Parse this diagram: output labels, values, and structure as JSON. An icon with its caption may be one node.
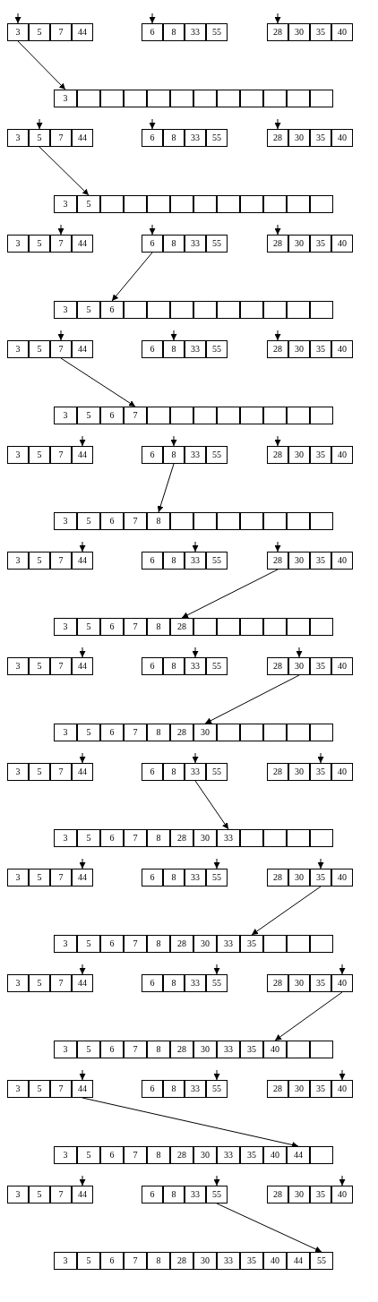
{
  "diagram": {
    "nodes": [
      {
        "text": [
          "3"
        ]
      },
      {
        "text": [
          "5"
        ]
      },
      {
        "text": [
          "7"
        ]
      },
      {
        "text": [
          "44"
        ]
      },
      {
        "text": [
          "6"
        ]
      },
      {
        "text": [
          "8"
        ]
      },
      {
        "text": [
          "33"
        ]
      },
      {
        "text": [
          "55"
        ]
      },
      {
        "text": [
          "28"
        ]
      },
      {
        "text": [
          "30"
        ]
      },
      {
        "text": [
          "35"
        ]
      },
      {
        "text": [
          "40"
        ]
      },
      {
        "text": [
          "3"
        ]
      },
      {
        "text": [],
        "shape": "box"
      },
      {
        "text": [],
        "shape": "box"
      },
      {
        "text": [],
        "shape": "box"
      },
      {
        "text": [],
        "shape": "box"
      },
      {
        "text": [],
        "shape": "box"
      },
      {
        "text": [],
        "shape": "box"
      },
      {
        "text": [],
        "shape": "box"
      },
      {
        "text": [],
        "shape": "box"
      },
      {
        "text": [],
        "shape": "box"
      },
      {
        "text": [],
        "shape": "box"
      },
      {
        "text": [],
        "shape": "box"
      },
      {
        "text": [
          "3"
        ]
      },
      {
        "text": [
          "5"
        ]
      },
      {
        "text": [
          "7"
        ]
      },
      {
        "text": [
          "44"
        ]
      },
      {
        "text": [
          "6"
        ]
      },
      {
        "text": [
          "8"
        ]
      },
      {
        "text": [
          "33"
        ]
      },
      {
        "text": [
          "55"
        ]
      },
      {
        "text": [
          "28"
        ]
      },
      {
        "text": [
          "30"
        ]
      },
      {
        "text": [
          "35"
        ]
      },
      {
        "text": [
          "40"
        ]
      },
      {
        "text": [
          "3"
        ]
      },
      {
        "text": [
          "5"
        ]
      },
      {
        "text": [],
        "shape": "box"
      },
      {
        "text": [],
        "shape": "box"
      },
      {
        "text": [],
        "shape": "box"
      },
      {
        "text": [],
        "shape": "box"
      },
      {
        "text": [],
        "shape": "box"
      },
      {
        "text": [],
        "shape": "box"
      },
      {
        "text": [],
        "shape": "box"
      },
      {
        "text": [],
        "shape": "box"
      },
      {
        "text": [],
        "shape": "box"
      },
      {
        "text": [],
        "shape": "box"
      },
      {
        "text": [
          "3"
        ]
      },
      {
        "text": [
          "5"
        ]
      },
      {
        "text": [
          "7"
        ]
      },
      {
        "text": [
          "44"
        ]
      },
      {
        "text": [
          "6"
        ]
      },
      {
        "text": [
          "8"
        ]
      },
      {
        "text": [
          "33"
        ]
      },
      {
        "text": [
          "55"
        ]
      },
      {
        "text": [
          "28"
        ]
      },
      {
        "text": [
          "30"
        ]
      },
      {
        "text": [
          "35"
        ]
      },
      {
        "text": [
          "40"
        ]
      },
      {
        "text": [
          "3"
        ]
      },
      {
        "text": [
          "5"
        ]
      },
      {
        "text": [
          "6"
        ]
      },
      {
        "text": [],
        "shape": "box"
      },
      {
        "text": [],
        "shape": "box"
      },
      {
        "text": [],
        "shape": "box"
      },
      {
        "text": [],
        "shape": "box"
      },
      {
        "text": [],
        "shape": "box"
      },
      {
        "text": [],
        "shape": "box"
      },
      {
        "text": [],
        "shape": "box"
      },
      {
        "text": [],
        "shape": "box"
      },
      {
        "text": [],
        "shape": "box"
      },
      {
        "text": [
          "3"
        ]
      },
      {
        "text": [
          "5"
        ]
      },
      {
        "text": [
          "7"
        ]
      },
      {
        "text": [
          "44"
        ]
      },
      {
        "text": [
          "6"
        ]
      },
      {
        "text": [
          "8"
        ]
      },
      {
        "text": [
          "33"
        ]
      },
      {
        "text": [
          "55"
        ]
      },
      {
        "text": [
          "28"
        ]
      },
      {
        "text": [
          "30"
        ]
      },
      {
        "text": [
          "35"
        ]
      },
      {
        "text": [
          "40"
        ]
      },
      {
        "text": [
          "3"
        ]
      },
      {
        "text": [
          "5"
        ]
      },
      {
        "text": [
          "6"
        ]
      },
      {
        "text": [
          "7"
        ]
      },
      {
        "text": [],
        "shape": "box"
      },
      {
        "text": [],
        "shape": "box"
      },
      {
        "text": [],
        "shape": "box"
      },
      {
        "text": [],
        "shape": "box"
      },
      {
        "text": [],
        "shape": "box"
      },
      {
        "text": [],
        "shape": "box"
      },
      {
        "text": [],
        "shape": "box"
      },
      {
        "text": [],
        "shape": "box"
      },
      {
        "text": [
          "3"
        ]
      },
      {
        "text": [
          "5"
        ]
      },
      {
        "text": [
          "7"
        ]
      },
      {
        "text": [
          "44"
        ]
      },
      {
        "text": [
          "6"
        ]
      },
      {
        "text": [
          "8"
        ]
      },
      {
        "text": [
          "33"
        ]
      },
      {
        "text": [
          "55"
        ]
      },
      {
        "text": [
          "28"
        ]
      },
      {
        "text": [
          "30"
        ]
      },
      {
        "text": [
          "35"
        ]
      },
      {
        "text": [
          "40"
        ]
      },
      {
        "text": [
          "3"
        ]
      },
      {
        "text": [
          "5"
        ]
      },
      {
        "text": [
          "6"
        ]
      },
      {
        "text": [
          "7"
        ]
      },
      {
        "text": [
          "8"
        ]
      },
      {
        "text": [],
        "shape": "box"
      },
      {
        "text": [],
        "shape": "box"
      },
      {
        "text": [],
        "shape": "box"
      },
      {
        "text": [],
        "shape": "box"
      },
      {
        "text": [],
        "shape": "box"
      },
      {
        "text": [],
        "shape": "box"
      },
      {
        "text": [],
        "shape": "box"
      },
      {
        "text": [
          "3"
        ]
      },
      {
        "text": [
          "5"
        ]
      },
      {
        "text": [
          "7"
        ]
      },
      {
        "text": [
          "44"
        ]
      },
      {
        "text": [
          "6"
        ]
      },
      {
        "text": [
          "8"
        ]
      },
      {
        "text": [
          "33"
        ]
      },
      {
        "text": [
          "55"
        ]
      },
      {
        "text": [
          "28"
        ]
      },
      {
        "text": [
          "30"
        ]
      },
      {
        "text": [
          "35"
        ]
      },
      {
        "text": [
          "40"
        ]
      },
      {
        "text": [
          "3"
        ]
      },
      {
        "text": [
          "5"
        ]
      },
      {
        "text": [
          "6"
        ]
      },
      {
        "text": [
          "7"
        ]
      },
      {
        "text": [
          "8"
        ]
      },
      {
        "text": [
          "28"
        ]
      },
      {
        "text": [],
        "shape": "box"
      },
      {
        "text": [],
        "shape": "box"
      },
      {
        "text": [],
        "shape": "box"
      },
      {
        "text": [],
        "shape": "box"
      },
      {
        "text": [],
        "shape": "box"
      },
      {
        "text": [],
        "shape": "box"
      },
      {
        "text": [
          "3"
        ]
      },
      {
        "text": [
          "5"
        ]
      },
      {
        "text": [
          "7"
        ]
      },
      {
        "text": [
          "44"
        ]
      },
      {
        "text": [
          "6"
        ]
      },
      {
        "text": [
          "8"
        ]
      },
      {
        "text": [
          "33"
        ]
      },
      {
        "text": [
          "55"
        ]
      },
      {
        "text": [
          "28"
        ]
      },
      {
        "text": [
          "30"
        ]
      },
      {
        "text": [
          "35"
        ]
      },
      {
        "text": [
          "40"
        ]
      },
      {
        "text": [
          "3"
        ]
      },
      {
        "text": [
          "5"
        ]
      },
      {
        "text": [
          "6"
        ]
      },
      {
        "text": [
          "7"
        ]
      },
      {
        "text": [
          "8"
        ]
      },
      {
        "text": [
          "28"
        ]
      },
      {
        "text": [
          "30"
        ]
      },
      {
        "text": [],
        "shape": "box"
      },
      {
        "text": [],
        "shape": "box"
      },
      {
        "text": [],
        "shape": "box"
      },
      {
        "text": [],
        "shape": "box"
      },
      {
        "text": [],
        "shape": "box"
      },
      {
        "text": [
          "3"
        ]
      },
      {
        "text": [
          "5"
        ]
      },
      {
        "text": [
          "7"
        ]
      },
      {
        "text": [
          "44"
        ]
      },
      {
        "text": [
          "6"
        ]
      },
      {
        "text": [
          "8"
        ]
      },
      {
        "text": [
          "33"
        ]
      },
      {
        "text": [
          "55"
        ]
      },
      {
        "text": [
          "28"
        ]
      },
      {
        "text": [
          "30"
        ]
      },
      {
        "text": [
          "35"
        ]
      },
      {
        "text": [
          "40"
        ]
      },
      {
        "text": [
          "3"
        ]
      },
      {
        "text": [
          "5"
        ]
      },
      {
        "text": [
          "6"
        ]
      },
      {
        "text": [
          "7"
        ]
      },
      {
        "text": [
          "8"
        ]
      },
      {
        "text": [
          "28"
        ]
      },
      {
        "text": [
          "30"
        ]
      },
      {
        "text": [
          "33"
        ]
      },
      {
        "text": [],
        "shape": "box"
      },
      {
        "text": [],
        "shape": "box"
      },
      {
        "text": [],
        "shape": "box"
      },
      {
        "text": [],
        "shape": "box"
      },
      {
        "text": [
          "3"
        ]
      },
      {
        "text": [
          "5"
        ]
      },
      {
        "text": [
          "7"
        ]
      },
      {
        "text": [
          "44"
        ]
      },
      {
        "text": [
          "6"
        ]
      },
      {
        "text": [
          "8"
        ]
      },
      {
        "text": [
          "33"
        ]
      },
      {
        "text": [
          "55"
        ]
      },
      {
        "text": [
          "28"
        ]
      },
      {
        "text": [
          "30"
        ]
      },
      {
        "text": [
          "35"
        ]
      },
      {
        "text": [
          "40"
        ]
      },
      {
        "text": [
          "3"
        ]
      },
      {
        "text": [
          "5"
        ]
      },
      {
        "text": [
          "6"
        ]
      },
      {
        "text": [
          "7"
        ]
      },
      {
        "text": [
          "8"
        ]
      },
      {
        "text": [
          "28"
        ]
      },
      {
        "text": [
          "30"
        ]
      },
      {
        "text": [
          "33"
        ]
      },
      {
        "text": [
          "35"
        ]
      },
      {
        "text": [],
        "shape": "box"
      },
      {
        "text": [],
        "shape": "box"
      },
      {
        "text": [],
        "shape": "box"
      },
      {
        "text": [
          "3"
        ]
      },
      {
        "text": [
          "5"
        ]
      },
      {
        "text": [
          "7"
        ]
      },
      {
        "text": [
          "44"
        ]
      },
      {
        "text": [
          "6"
        ]
      },
      {
        "text": [
          "8"
        ]
      },
      {
        "text": [
          "33"
        ]
      },
      {
        "text": [
          "55"
        ]
      },
      {
        "text": [
          "28"
        ]
      },
      {
        "text": [
          "30"
        ]
      },
      {
        "text": [
          "35"
        ]
      },
      {
        "text": [
          "40"
        ]
      },
      {
        "text": [
          "3"
        ]
      },
      {
        "text": [
          "5"
        ]
      },
      {
        "text": [
          "6"
        ]
      },
      {
        "text": [
          "7"
        ]
      },
      {
        "text": [
          "8"
        ]
      },
      {
        "text": [
          "28"
        ]
      },
      {
        "text": [
          "30"
        ]
      },
      {
        "text": [
          "33"
        ]
      },
      {
        "text": [
          "35"
        ]
      },
      {
        "text": [
          "40"
        ]
      },
      {
        "text": [],
        "shape": "box"
      },
      {
        "text": [],
        "shape": "box"
      },
      {
        "text": [
          "3"
        ]
      },
      {
        "text": [
          "5"
        ]
      },
      {
        "text": [
          "7"
        ]
      },
      {
        "text": [
          "44"
        ]
      },
      {
        "text": [
          "6"
        ]
      },
      {
        "text": [
          "8"
        ]
      },
      {
        "text": [
          "33"
        ]
      },
      {
        "text": [
          "55"
        ]
      },
      {
        "text": [
          "28"
        ]
      },
      {
        "text": [
          "30"
        ]
      },
      {
        "text": [
          "35"
        ]
      },
      {
        "text": [
          "40"
        ]
      },
      {
        "text": [
          "3"
        ]
      },
      {
        "text": [
          "5"
        ]
      },
      {
        "text": [
          "6"
        ]
      },
      {
        "text": [
          "7"
        ]
      },
      {
        "text": [
          "8"
        ]
      },
      {
        "text": [
          "28"
        ]
      },
      {
        "text": [
          "30"
        ]
      },
      {
        "text": [
          "33"
        ]
      },
      {
        "text": [
          "35"
        ]
      },
      {
        "text": [
          "40"
        ]
      },
      {
        "text": [
          "44"
        ]
      },
      {
        "text": [],
        "shape": "box"
      },
      {
        "text": [
          "3"
        ]
      },
      {
        "text": [
          "5"
        ]
      },
      {
        "text": [
          "7"
        ]
      },
      {
        "text": [
          "44"
        ]
      },
      {
        "text": [
          "6"
        ]
      },
      {
        "text": [
          "8"
        ]
      },
      {
        "text": [
          "33"
        ]
      },
      {
        "text": [
          "55"
        ]
      },
      {
        "text": [
          "28"
        ]
      },
      {
        "text": [
          "30"
        ]
      },
      {
        "text": [
          "35"
        ]
      },
      {
        "text": [
          "40"
        ]
      },
      {
        "text": [
          "3"
        ]
      },
      {
        "text": [
          "5"
        ]
      },
      {
        "text": [
          "6"
        ]
      },
      {
        "text": [
          "7"
        ]
      },
      {
        "text": [
          "8"
        ]
      },
      {
        "text": [
          "28"
        ]
      },
      {
        "text": [
          "30"
        ]
      },
      {
        "text": [
          "33"
        ]
      },
      {
        "text": [
          "35"
        ]
      },
      {
        "text": [
          "40"
        ]
      },
      {
        "text": [
          "44"
        ]
      },
      {
        "text": [
          "55"
        ]
      }
    ],
    "edges": [
      {
        "from": null,
        "to": 0,
        "arrow": "to"
      },
      {
        "from": null,
        "to": 4,
        "arrow": "to"
      },
      {
        "from": null,
        "to": 8,
        "arrow": "to"
      },
      {
        "from": 0,
        "to": 12,
        "arrow": "to"
      },
      {
        "from": null,
        "to": 25,
        "arrow": "to"
      },
      {
        "from": null,
        "to": 28,
        "arrow": "to"
      },
      {
        "from": null,
        "to": 32,
        "arrow": "to"
      },
      {
        "from": 25,
        "to": 37,
        "arrow": "to"
      },
      {
        "from": null,
        "to": 50,
        "arrow": "to"
      },
      {
        "from": null,
        "to": 52,
        "arrow": "to"
      },
      {
        "from": null,
        "to": 56,
        "arrow": "to"
      },
      {
        "from": 52,
        "to": 62,
        "arrow": "to"
      },
      {
        "from": null,
        "to": 74,
        "arrow": "to"
      },
      {
        "from": null,
        "to": 77,
        "arrow": "to"
      },
      {
        "from": null,
        "to": 80,
        "arrow": "to"
      },
      {
        "from": 74,
        "to": 87,
        "arrow": "to"
      },
      {
        "from": null,
        "to": 99,
        "arrow": "to"
      },
      {
        "from": null,
        "to": 101,
        "arrow": "to"
      },
      {
        "from": null,
        "to": 104,
        "arrow": "to"
      },
      {
        "from": 101,
        "to": 112,
        "arrow": "to"
      },
      {
        "from": null,
        "to": 123,
        "arrow": "to"
      },
      {
        "from": null,
        "to": 126,
        "arrow": "to"
      },
      {
        "from": null,
        "to": 128,
        "arrow": "to"
      },
      {
        "from": 128,
        "to": 137,
        "arrow": "to"
      },
      {
        "from": null,
        "to": 147,
        "arrow": "to"
      },
      {
        "from": null,
        "to": 150,
        "arrow": "to"
      },
      {
        "from": null,
        "to": 153,
        "arrow": "to"
      },
      {
        "from": 153,
        "to": 162,
        "arrow": "to"
      },
      {
        "from": null,
        "to": 171,
        "arrow": "to"
      },
      {
        "from": null,
        "to": 174,
        "arrow": "to"
      },
      {
        "from": null,
        "to": 178,
        "arrow": "to"
      },
      {
        "from": 174,
        "to": 187,
        "arrow": "to"
      },
      {
        "from": null,
        "to": 195,
        "arrow": "to"
      },
      {
        "from": null,
        "to": 199,
        "arrow": "to"
      },
      {
        "from": null,
        "to": 202,
        "arrow": "to"
      },
      {
        "from": 202,
        "to": 212,
        "arrow": "to"
      },
      {
        "from": null,
        "to": 219,
        "arrow": "to"
      },
      {
        "from": null,
        "to": 223,
        "arrow": "to"
      },
      {
        "from": null,
        "to": 227,
        "arrow": "to"
      },
      {
        "from": 227,
        "to": 237,
        "arrow": "to"
      },
      {
        "from": null,
        "to": 243,
        "arrow": "to"
      },
      {
        "from": null,
        "to": 247,
        "arrow": "to"
      },
      {
        "from": null,
        "to": 251,
        "arrow": "to"
      },
      {
        "from": 243,
        "to": 262,
        "arrow": "to"
      },
      {
        "from": null,
        "to": 267,
        "arrow": "to"
      },
      {
        "from": null,
        "to": 271,
        "arrow": "to"
      },
      {
        "from": null,
        "to": 275,
        "arrow": "to"
      },
      {
        "from": 271,
        "to": 287,
        "arrow": "to"
      }
    ]
  }
}
